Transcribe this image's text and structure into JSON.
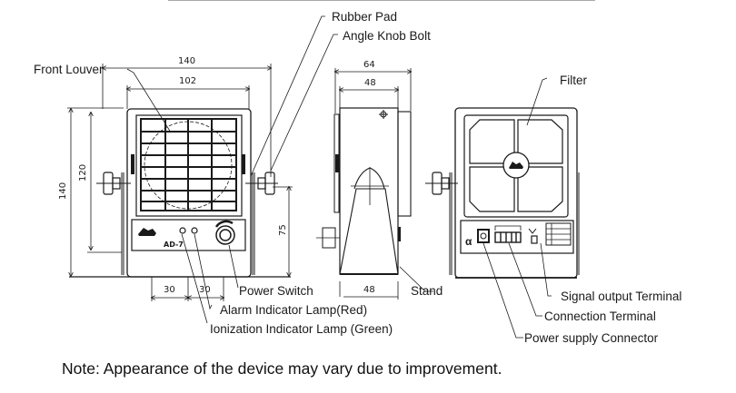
{
  "diagram": {
    "views": [
      "front-view",
      "side-view",
      "rear-view"
    ],
    "labels": {
      "rubber_pad": "Rubber Pad",
      "angle_knob_bolt": "Angle Knob Bolt",
      "front_louver": "Front Louver",
      "filter": "Filter",
      "power_switch": "Power Switch",
      "stand": "Stand",
      "alarm_lamp": "Alarm Indicator Lamp(Red)",
      "ionization_lamp": "Ionization Indicator Lamp (Green)",
      "signal_output": "Signal output Terminal",
      "connection_terminal": "Connection Terminal",
      "power_supply": "Power supply Connector"
    },
    "dimensions": {
      "front_width_outer": "140",
      "front_width_inner": "102",
      "front_height_outer": "140",
      "front_height_inner": "120",
      "knob_height": "75",
      "base_spacing_1": "30",
      "base_spacing_2": "30",
      "side_depth_outer": "64",
      "side_depth_inner": "48",
      "stand_width": "48"
    },
    "device_text": {
      "model": "AD-7",
      "ce_mark": "α"
    }
  },
  "note": "Note: Appearance of the device may vary due to improvement."
}
